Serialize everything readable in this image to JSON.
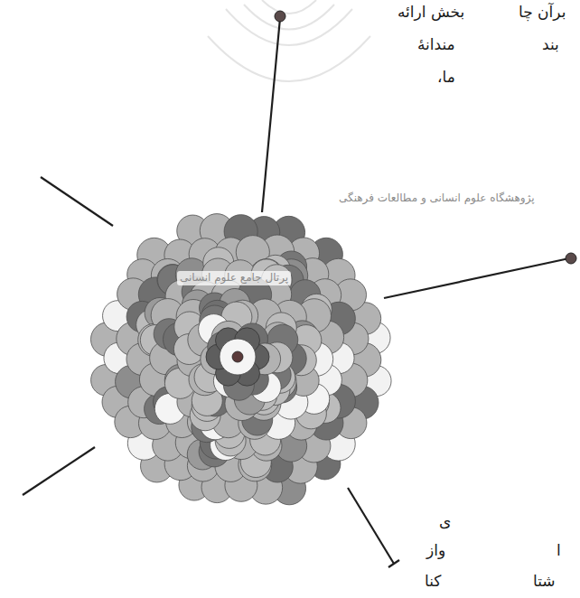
{
  "diagram": {
    "labels": [
      "بخش ارائه",
      "برآن چا",
      "مندانهٔ",
      "بند",
      "ما،",
      "ی",
      "واز",
      "ا",
      "کنا",
      "شتا",
      "پژوهشگاه علوم انسانی و مطالعات فرهنگی",
      "پرتال جامع علوم انسانی"
    ]
  }
}
